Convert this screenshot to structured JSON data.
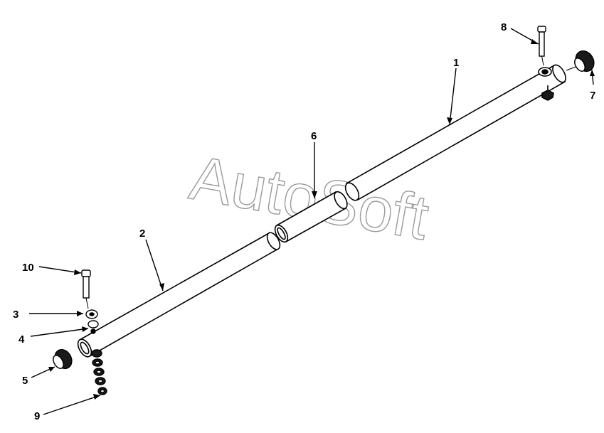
{
  "diagram": {
    "watermark_text": "AutoSoft",
    "callouts": [
      {
        "id": "1",
        "label": "1"
      },
      {
        "id": "2",
        "label": "2"
      },
      {
        "id": "3",
        "label": "3"
      },
      {
        "id": "4",
        "label": "4"
      },
      {
        "id": "5",
        "label": "5"
      },
      {
        "id": "6",
        "label": "6"
      },
      {
        "id": "7",
        "label": "7"
      },
      {
        "id": "8",
        "label": "8"
      },
      {
        "id": "9",
        "label": "9"
      },
      {
        "id": "10",
        "label": "10"
      }
    ],
    "colors": {
      "line": "#000000",
      "fill": "#ffffff",
      "dark_part": "#1a1a1a",
      "watermark": "#9a9a9a"
    }
  }
}
